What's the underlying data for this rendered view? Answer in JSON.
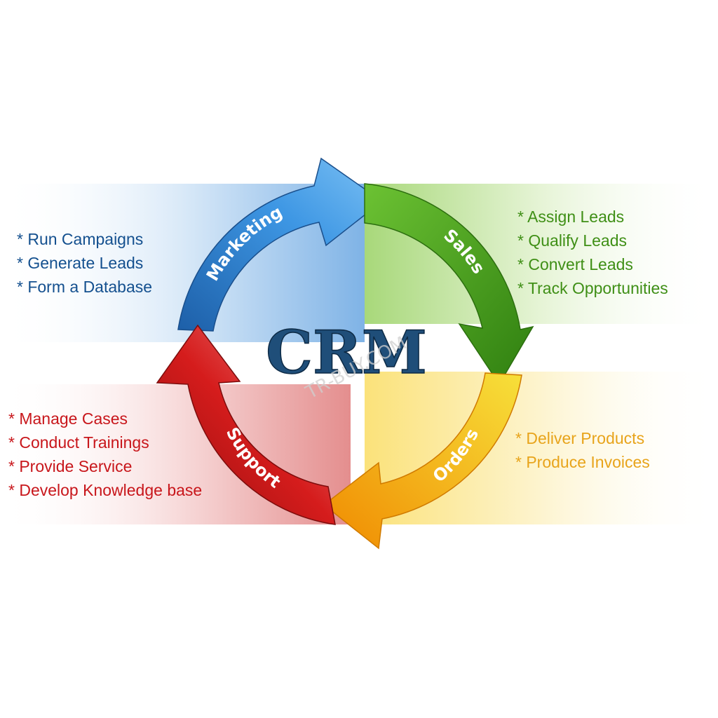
{
  "title": "CRM",
  "watermark": "TR-BUY.COM",
  "colors": {
    "marketing": "#2a7fd0",
    "sales": "#4aa61f",
    "orders": "#f4b300",
    "support": "#d81b1b"
  },
  "phases": {
    "marketing": {
      "label": "Marketing",
      "items": [
        "* Run Campaigns",
        "* Generate Leads",
        "* Form a Database"
      ]
    },
    "sales": {
      "label": "Sales",
      "items": [
        "* Assign Leads",
        "* Qualify Leads",
        "* Convert Leads",
        "* Track Opportunities"
      ]
    },
    "orders": {
      "label": "Orders",
      "items": [
        "* Deliver Products",
        "* Produce Invoices"
      ]
    },
    "support": {
      "label": "Support",
      "items": [
        "* Manage Cases",
        "* Conduct Trainings",
        "* Provide Service",
        "* Develop Knowledge base"
      ]
    }
  }
}
